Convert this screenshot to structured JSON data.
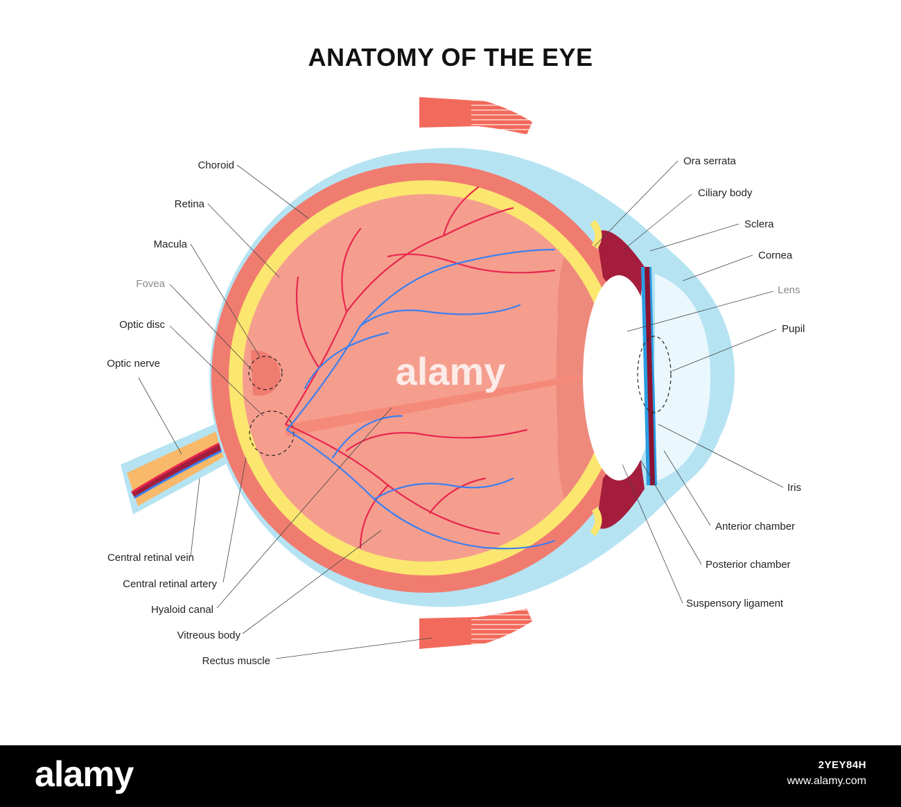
{
  "title": "ANATOMY OF THE EYE",
  "labels": {
    "choroid": "Choroid",
    "retina": "Retina",
    "macula": "Macula",
    "fovea": "Fovea",
    "optic_disc": "Optic disc",
    "optic_nerve": "Optic nerve",
    "central_retinal_vein": "Central retinal vein",
    "central_retinal_artery": "Central retinal artery",
    "hyaloid_canal": "Hyaloid canal",
    "vitreous_body": "Vitreous body",
    "rectus_muscle": "Rectus muscle",
    "ora_serrata": "Ora serrata",
    "ciliary_body": "Ciliary body",
    "sclera": "Sclera",
    "cornea": "Cornea",
    "lens": "Lens",
    "pupil": "Pupil",
    "iris": "Iris",
    "anterior_chamber": "Anterior chamber",
    "posterior_chamber": "Posterior chamber",
    "suspensory_ligament": "Suspensory ligament"
  },
  "watermark": "alamy",
  "footer": {
    "logo": "alamy",
    "image_code": "2YEY84H",
    "url": "www.alamy.com"
  },
  "colors": {
    "sclera": "#b5e3f2",
    "choroid": "#f07c70",
    "retina": "#fbe66f",
    "vitreous": "#f59e8e",
    "artery": "#e8264d",
    "vein": "#3b7ff0",
    "iris": "#2b9de3",
    "optic_nerve": "#f8b96a"
  }
}
